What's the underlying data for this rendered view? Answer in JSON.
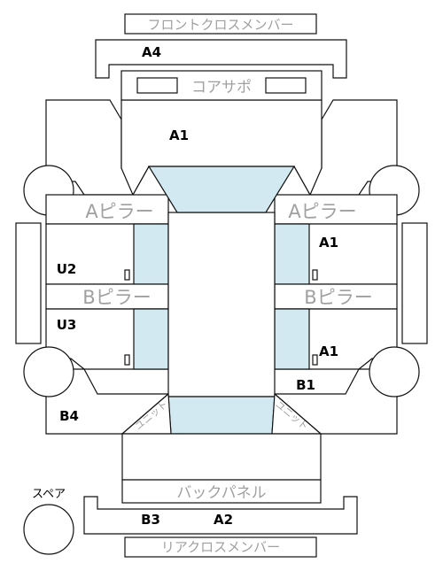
{
  "labels": {
    "front_cross_member": "フロントクロスメンバー",
    "core_support": "コアサポ",
    "a_pillar": "Aピラー",
    "b_pillar": "Bピラー",
    "back_panel": "バックパネル",
    "rear_cross_member": "リアクロスメンバー",
    "spare": "スペア",
    "unit": "ユニット"
  },
  "codes": {
    "a4": "A4",
    "a1_hood": "A1",
    "a1_right_front_door": "A1",
    "a1_right_rear_door": "A1",
    "u2": "U2",
    "u3": "U3",
    "b1": "B1",
    "b4": "B4",
    "b3": "B3",
    "a2": "A2"
  },
  "colors": {
    "glass": "#d3e9f2",
    "outline": "#111111",
    "gray_text": "#a0a0a0"
  }
}
